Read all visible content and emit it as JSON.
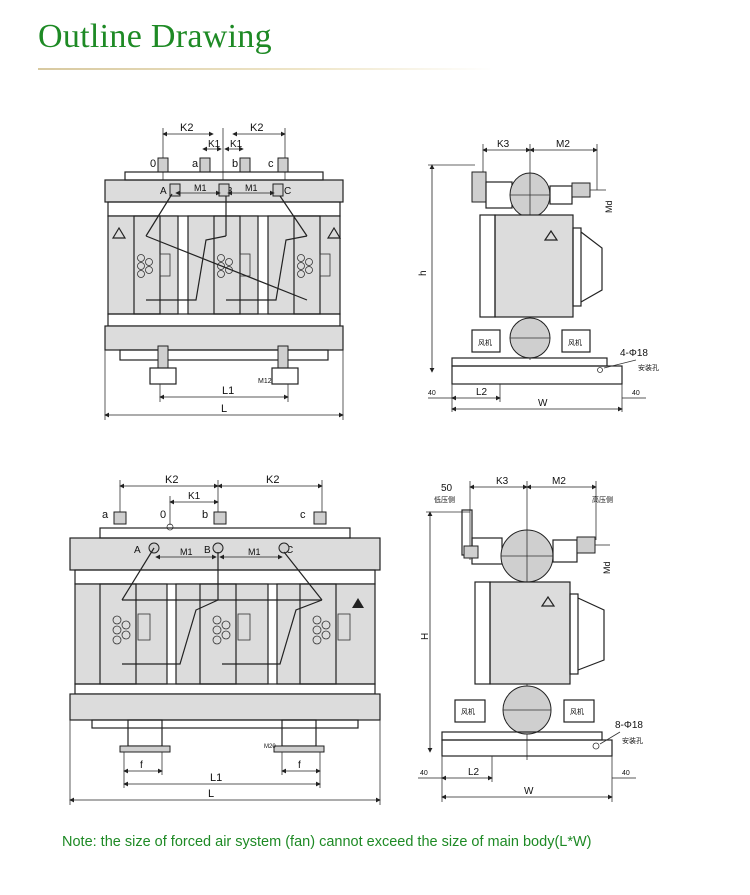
{
  "title": "Outline Drawing",
  "note": "Note: the size of forced air system (fan) cannot exceed the size of main body(L*W)",
  "colors": {
    "accent": "#1e8a25",
    "rule": "#d8c9a0"
  },
  "top_front": {
    "K2_left": "K2",
    "K2_right": "K2",
    "K1_left": "K1",
    "K1_right": "K1",
    "term_0": "0",
    "term_a": "a",
    "term_b": "b",
    "term_c": "c",
    "term_A": "A",
    "term_B": "B",
    "term_C": "C",
    "M1_left": "M1",
    "M1_right": "M1",
    "L1": "L1",
    "L": "L"
  },
  "top_side": {
    "K3": "K3",
    "M2": "M2",
    "Md": "Md",
    "h": "h",
    "holes": "4-Φ18",
    "hole_cn": "安装孔",
    "L2": "L2",
    "W": "W",
    "left_40": "40",
    "right_40": "40",
    "fan_left": "风机",
    "fan_right": "风机"
  },
  "bottom_front": {
    "K2_left": "K2",
    "K2_right": "K2",
    "K1": "K1",
    "term_a": "a",
    "term_0": "0",
    "term_b": "b",
    "term_c": "c",
    "term_A": "A",
    "term_B": "B",
    "term_C": "C",
    "M1_left": "M1",
    "M1_right": "M1",
    "f_left": "f",
    "f_right": "f",
    "L1": "L1",
    "L": "L"
  },
  "bottom_side": {
    "d50": "50",
    "low_side": "低压侧",
    "K3": "K3",
    "M2": "M2",
    "high_side": "高压侧",
    "Md": "Md",
    "H": "H",
    "holes": "8-Φ18",
    "hole_cn": "安装孔",
    "L2": "L2",
    "W": "W",
    "left_40": "40",
    "right_40": "40",
    "fan_left": "风机",
    "fan_right": "风机"
  }
}
